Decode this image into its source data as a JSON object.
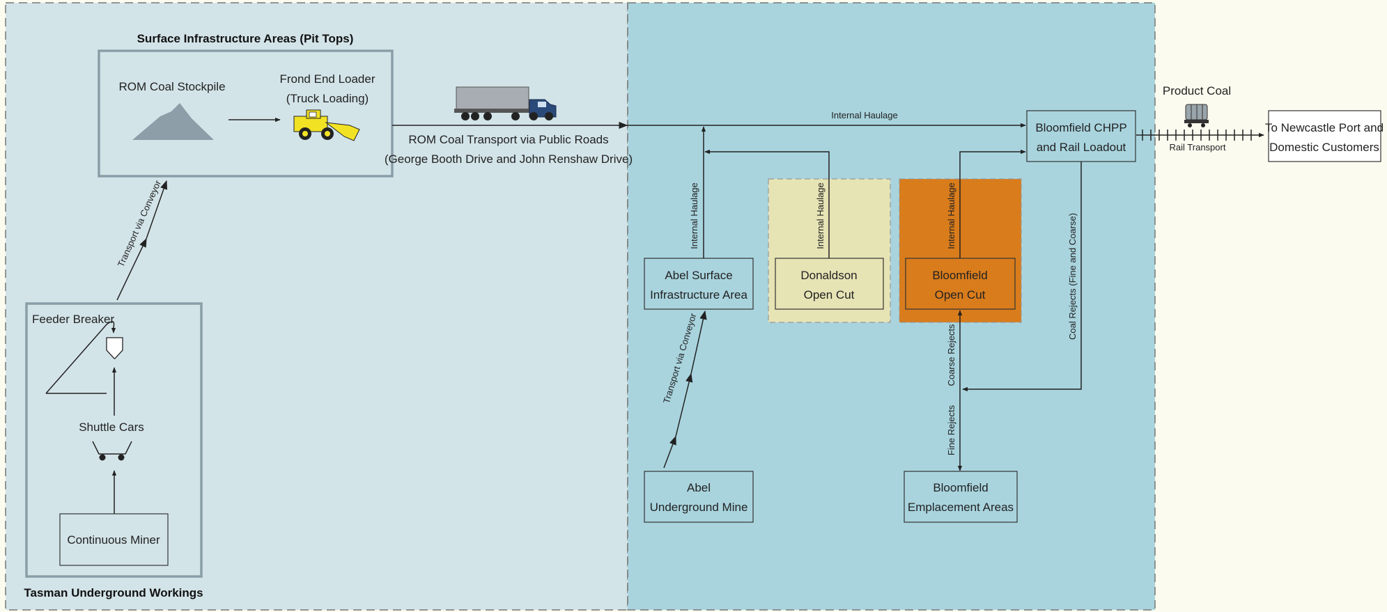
{
  "regions": {
    "tasman_label": "Tasman Underground Workings",
    "pit_tops_label": "Surface Infrastructure Areas (Pit Tops)"
  },
  "nodes": {
    "rom_stockpile": "ROM Coal Stockpile",
    "loader_line1": "Frond End Loader",
    "loader_line2": "(Truck Loading)",
    "feeder_breaker": "Feeder Breaker",
    "shuttle_cars": "Shuttle Cars",
    "continuous_miner": "Continuous Miner",
    "abel_surface_line1": "Abel Surface",
    "abel_surface_line2": "Infrastructure Area",
    "abel_underground_line1": "Abel",
    "abel_underground_line2": "Underground Mine",
    "donaldson_line1": "Donaldson",
    "donaldson_line2": "Open Cut",
    "bloomfield_oc_line1": "Bloomfield",
    "bloomfield_oc_line2": "Open Cut",
    "chpp_line1": "Bloomfield CHPP",
    "chpp_line2": "and Rail Loadout",
    "emplacement_line1": "Bloomfield",
    "emplacement_line2": "Emplacement Areas",
    "newcastle_line1": "To Newcastle Port and",
    "newcastle_line2": "Domestic Customers"
  },
  "flows": {
    "rom_transport_line1": "ROM Coal Transport via Public Roads",
    "rom_transport_line2": "(George Booth Drive and John Renshaw Drive)",
    "internal_haulage": "Internal Haulage",
    "transport_conveyor": "Transport via Conveyor",
    "coal_rejects": "Coal Rejects (Fine and Coarse)",
    "coarse_rejects": "Coarse Rejects",
    "fine_rejects": "Fine Rejects",
    "product_coal": "Product Coal",
    "rail_transport": "Rail Transport"
  },
  "colors": {
    "left_region": "#d3e4e9",
    "right_region": "#a9d4de",
    "donaldson_fill": "#e6e3b5",
    "bloomfield_oc_fill": "#d97c1c",
    "page_bg": "#fbfbef",
    "line": "#222222",
    "stockpile": "#8d9ea8",
    "loader": "#f2e224",
    "truck_cab": "#2a4a7a",
    "truck_trailer": "#a8adb3"
  },
  "icons": [
    "coal-stockpile-icon",
    "front-end-loader-icon",
    "truck-icon",
    "feeder-breaker-icon",
    "shuttle-car-icon",
    "rail-wagon-icon"
  ]
}
